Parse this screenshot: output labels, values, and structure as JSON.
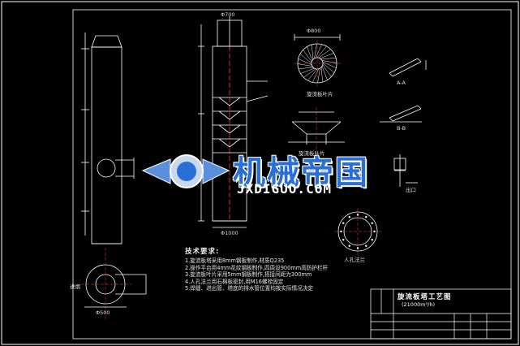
{
  "drawing": {
    "title_block": {
      "title": "旋流板塔工艺图",
      "subtitle": "(21000m³/h)"
    },
    "tech_requirements": {
      "heading": "技术要求:",
      "items": [
        "1.旋流板塔采用8mm钢板制作,材质Q235",
        "2.操作平台用4mm花纹钢板制作,四周设900mm高防护栏杆",
        "3.旋流板叶片采用5mm钢板制作,搭接间距为300mm",
        "4.人孔法兰用石棉板密封,用M16螺栓固定",
        "5.焊缝、进出管、塔底的排水管位置均按实际情况决定"
      ]
    },
    "labels": {
      "section_aa": "A-A",
      "section_bb": "B-B",
      "manhole": "人孔法兰",
      "blade_plate": "旋流板叶片",
      "inlet": "进烟",
      "outlet": "出口",
      "dim_dia": "Φ800",
      "dim_top": "Φ700",
      "dim_base": "Φ1000",
      "dim_small": "Φ500"
    },
    "watermark": {
      "cn": "机械帝国",
      "en": "JXDIGUO.COM"
    },
    "colors": {
      "background": "#000000",
      "line": "#ffffff",
      "accent": "#ff3b3b",
      "watermark": "#2a6fd6"
    }
  }
}
